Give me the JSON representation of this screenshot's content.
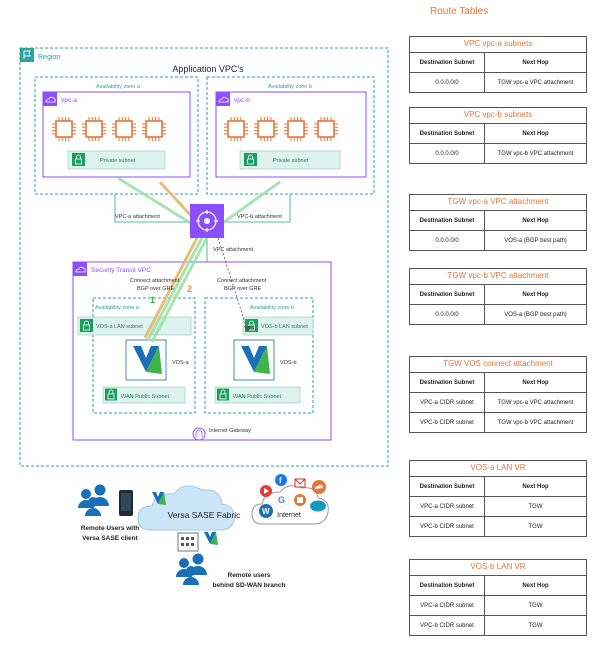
{
  "diagram": {
    "region_label": "Region",
    "app_vpcs_label": "Application VPC's",
    "az_a_label": "Availability zone a",
    "az_b_label": "Availability zone b",
    "vpc_a_label": "vpc-a",
    "vpc_b_label": "vpc-b",
    "private_subnet_label": "Private subnet",
    "vpc_a_attachment_label": "VPC-a attachment",
    "vpc_b_attachment_label": "VPC-b attachment",
    "vpc_attachment_label": "VPC attachment",
    "security_vpc_label": "Security Transit VPC",
    "connect_attachment_label": "Connect attachment",
    "bgp_gre_label": "BGP over GRE",
    "step_1": "1",
    "step_2": "2",
    "vos_a_lan_label": "VOS-a LAN subnet",
    "vos_b_lan_label": "VOS-b LAN subnet",
    "vos_a_label": "VOS-a",
    "vos_b_label": "VOS-b",
    "wan_public_label": "WAN Public Subnet",
    "igw_label": "Internet Gateway",
    "remote_users_sase_label": "Remote Users with Versa SASE client",
    "versa_sase_label": "Versa SASE Fabric",
    "internet_label": "Internet",
    "remote_users_branch_label": "Remote users behind SD-WAN branch"
  },
  "route_tables": {
    "title": "Route Tables",
    "tables": [
      {
        "name": "VPC vpc-a subnets",
        "headers": [
          "Destination Subnet",
          "Next Hop"
        ],
        "rows": [
          [
            "0.0.0.0/0",
            "TGW vpc-a VPC attachment"
          ]
        ]
      },
      {
        "name": "VPC vpc-b subnets",
        "headers": [
          "Destination Subnet",
          "Next Hop"
        ],
        "rows": [
          [
            "0.0.0.0/0",
            "TGW vpc-b VPC attachment"
          ]
        ]
      },
      {
        "name": "TGW vpc-a VPC attachment",
        "headers": [
          "Destination Subnet",
          "Next Hop"
        ],
        "rows": [
          [
            "0.0.0.0/0",
            "VOS-a (BGP best path)"
          ]
        ]
      },
      {
        "name": "TGW vpc-b VPC attachment",
        "headers": [
          "Destination Subnet",
          "Next Hop"
        ],
        "rows": [
          [
            "0.0.0.0/0",
            "VOS-a (BGP best path)"
          ]
        ]
      },
      {
        "name": "TGW VOS connect attachment",
        "headers": [
          "Destination Subnet",
          "Next Hop"
        ],
        "rows": [
          [
            "VPC-a CIDR subnet",
            "TGW vpc-a VPC attachment"
          ],
          [
            "VPC-b CIDR subnet",
            "TGW vpc-b VPC attachment"
          ]
        ]
      },
      {
        "name": "VOS-a LAN VR",
        "headers": [
          "Destination Subnet",
          "Next Hop"
        ],
        "rows": [
          [
            "VPC-a CIDR subnet",
            "TGW"
          ],
          [
            "VPC-b CIDR subnet",
            "TGW"
          ]
        ]
      },
      {
        "name": "VOS-b LAN VR",
        "headers": [
          "Destination Subnet",
          "Next Hop"
        ],
        "rows": [
          [
            "VPC-a CIDR subnet",
            "TGW"
          ],
          [
            "VPC-b CIDR subnet",
            "TGW"
          ]
        ]
      }
    ]
  },
  "colors": {
    "region_border": "#2aa3a3",
    "vpc_border": "#8c4fff",
    "chip_orange": "#e8743b",
    "subnet_fill": "#dff3ee",
    "green_flow": "#9fe0a8",
    "orange_flow": "#e8b56a",
    "route_title": "#e8743b"
  }
}
